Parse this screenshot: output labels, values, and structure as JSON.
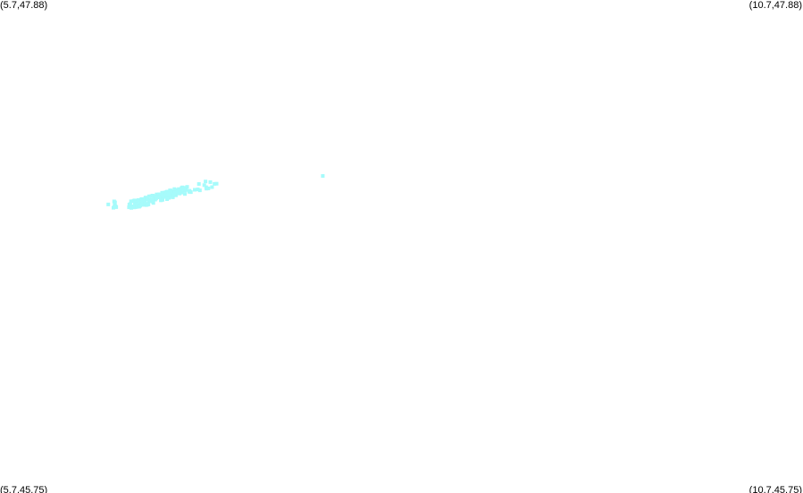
{
  "corners": {
    "top_left": "(5.7,47.88)",
    "top_right": "(10.7,47.88)",
    "bottom_left": "(5.7,45.75)",
    "bottom_right": "(10.7,45.75)"
  },
  "map_data": {
    "type": "scatter",
    "xlim": [
      5.7,
      10.7
    ],
    "ylim": [
      45.75,
      47.88
    ],
    "point_color": "#a6fbfb",
    "clusters": [
      {
        "lon": [
          6.36,
          6.44
        ],
        "lat": [
          46.98,
          47.0
        ],
        "count": 8
      },
      {
        "lon": [
          6.5,
          6.86
        ],
        "lat": [
          46.99,
          47.06
        ],
        "count": 160
      },
      {
        "lon": [
          6.86,
          7.05
        ],
        "lat": [
          47.06,
          47.09
        ],
        "count": 18
      }
    ],
    "points": [
      {
        "lon": 7.71,
        "lat": 47.12
      }
    ]
  }
}
